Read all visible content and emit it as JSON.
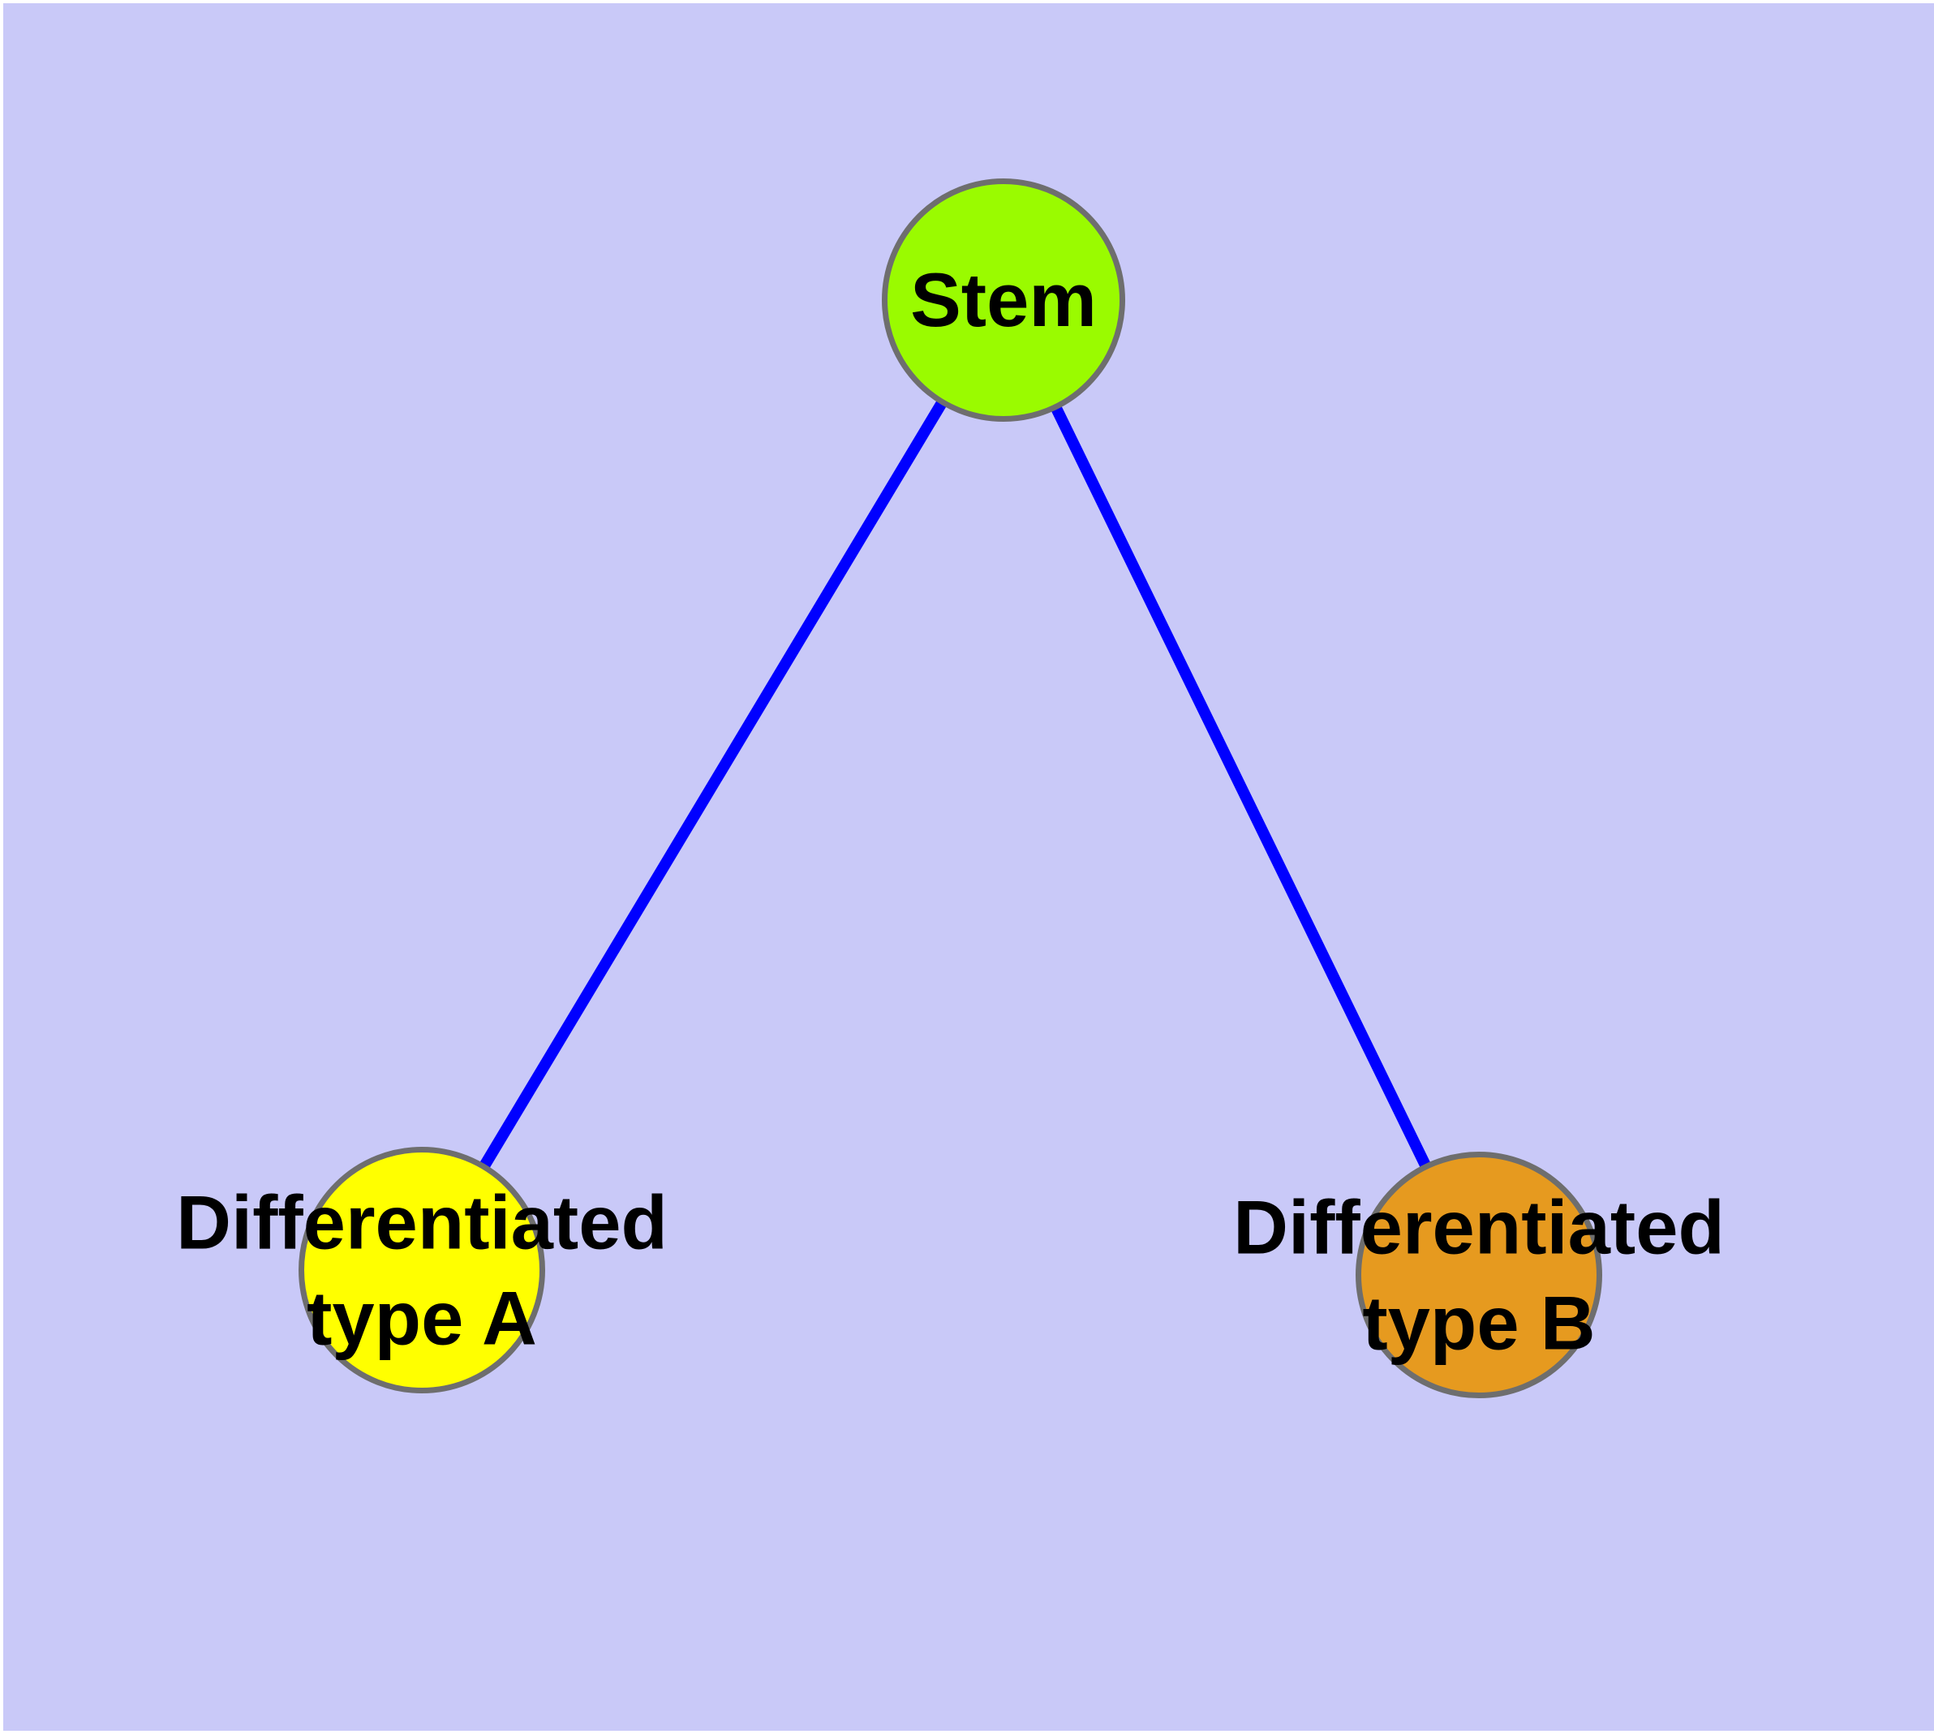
{
  "colors": {
    "canvas_background": "#c9c9f8",
    "page_margin": "#ffffff",
    "node_border": "#6e6e6e",
    "edge": "#0000ff",
    "label_text": "#000000",
    "stem_fill": "#9afb00",
    "type_a_fill": "#ffff00",
    "type_b_fill": "#e69a1f"
  },
  "diagram": {
    "nodes": [
      {
        "id": "stem",
        "label": "Stem",
        "fill": "#9afb00"
      },
      {
        "id": "type-a",
        "label": "Differentiated\ntype A",
        "fill": "#ffff00"
      },
      {
        "id": "type-b",
        "label": "Differentiated\ntype B",
        "fill": "#e69a1f"
      }
    ],
    "edges": [
      {
        "from": "stem",
        "to": "type-a",
        "color": "#0000ff"
      },
      {
        "from": "stem",
        "to": "type-b",
        "color": "#0000ff"
      }
    ]
  }
}
